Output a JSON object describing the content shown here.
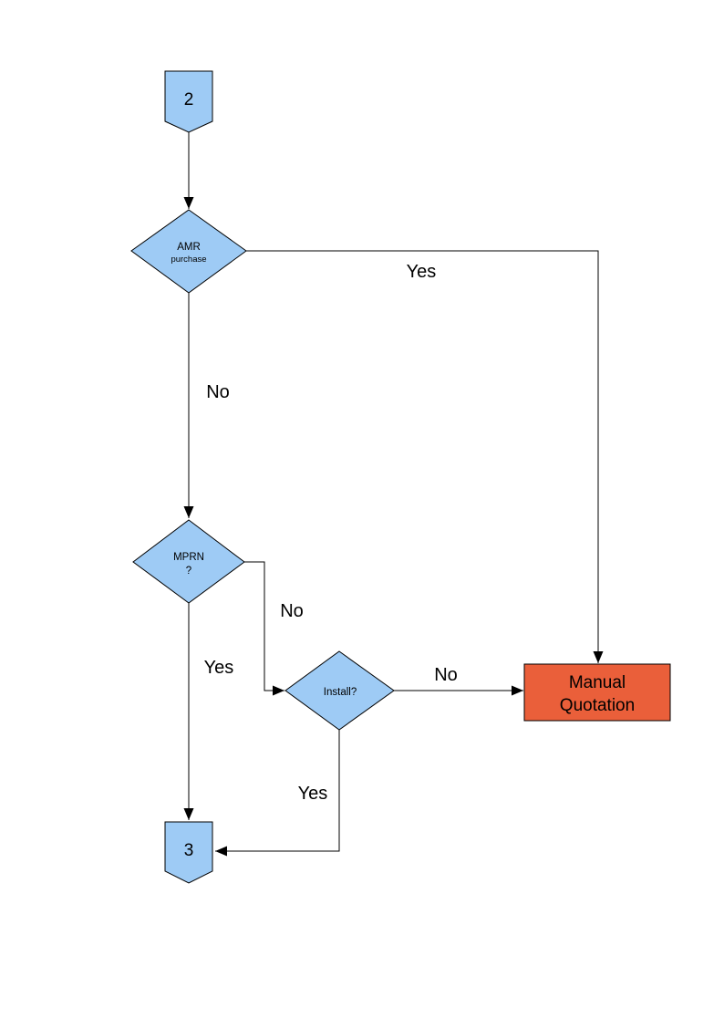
{
  "colors": {
    "node_fill_blue": "#9ECBF5",
    "box_fill_red": "#EA5F3A",
    "stroke": "#000000",
    "background": "#FFFFFF"
  },
  "nodes": {
    "connector_2": {
      "label": "2"
    },
    "amr_decision": {
      "line1": "AMR",
      "line2": "purchase"
    },
    "mprn_decision": {
      "line1": "MPRN",
      "line2": "?"
    },
    "install_decision": {
      "label": "Install?"
    },
    "manual_quotation": {
      "line1": "Manual",
      "line2": "Quotation"
    },
    "connector_3": {
      "label": "3"
    }
  },
  "edge_labels": {
    "amr_yes": "Yes",
    "amr_no": "No",
    "mprn_no": "No",
    "mprn_yes": "Yes",
    "install_no": "No",
    "install_yes": "Yes"
  }
}
